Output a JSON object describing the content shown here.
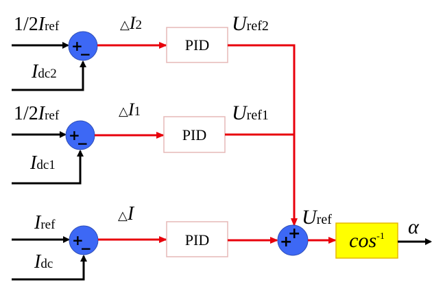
{
  "diagram": {
    "title": "",
    "colors": {
      "signal_black": "#000000",
      "signal_red": "#e8000b",
      "sum_node_fill": "#3d68f5",
      "sum_node_stroke": "#2f4fb8",
      "pid_border": "#e6b8b7",
      "cos_block_fill": "#ffff00",
      "cos_block_border": "#e6b800"
    },
    "branches": [
      {
        "id": "branch-2",
        "ref_input": {
          "prefix": "1/2",
          "symbol": "I",
          "sub": "ref"
        },
        "feedback_input": {
          "symbol": "I",
          "sub": "dc2"
        },
        "error": {
          "prefix": "△",
          "symbol": "I",
          "sub": "2"
        },
        "controller": "PID",
        "output": {
          "symbol": "U",
          "sub": "ref2"
        },
        "signs": [
          "+",
          "−"
        ]
      },
      {
        "id": "branch-1",
        "ref_input": {
          "prefix": "1/2",
          "symbol": "I",
          "sub": "ref"
        },
        "feedback_input": {
          "symbol": "I",
          "sub": "dc1"
        },
        "error": {
          "prefix": "△",
          "symbol": "I",
          "sub": "1"
        },
        "controller": "PID",
        "output": {
          "symbol": "U",
          "sub": "ref1"
        },
        "signs": [
          "+",
          "−"
        ]
      },
      {
        "id": "branch-main",
        "ref_input": {
          "prefix": "",
          "symbol": "I",
          "sub": "ref"
        },
        "feedback_input": {
          "symbol": "I",
          "sub": "dc"
        },
        "error": {
          "prefix": "△",
          "symbol": "I",
          "sub": ""
        },
        "controller": "PID",
        "output": null,
        "signs": [
          "+",
          "−"
        ]
      }
    ],
    "final_sum": {
      "signs": [
        "+",
        "+"
      ],
      "output": {
        "symbol": "U",
        "sub": "ref"
      }
    },
    "inverse_cos_block": {
      "label": "cos",
      "superscript": "-1"
    },
    "final_output": {
      "symbol": "α"
    }
  }
}
